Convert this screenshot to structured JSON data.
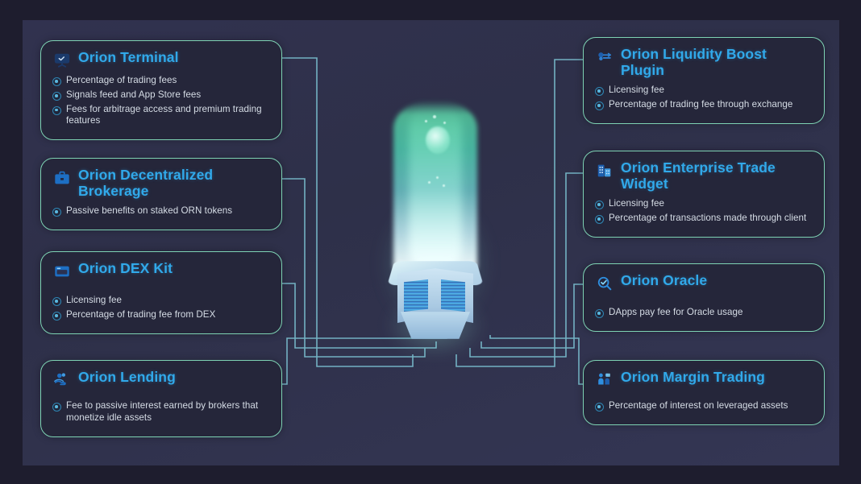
{
  "theme": {
    "outer_background": "#1e1d2e",
    "panel_background": "#31324f",
    "card_background": "#25263a",
    "card_border": "#7ed3b4",
    "title_color": "#31a9ea",
    "body_text_color": "#d6dde6",
    "connector_color": "#7fc8d8",
    "bullet_ring_color": "#2f87b5"
  },
  "center": {
    "name": "orion-core-illustration",
    "description": "glowing green-to-white energy beam over an isometric pedestal with screen panels"
  },
  "cards": {
    "left": [
      {
        "id": "orion-terminal",
        "icon": "terminal-screen-icon",
        "title": "Orion Terminal",
        "bullets": [
          "Percentage of trading fees",
          "Signals feed and App Store fees",
          "Fees for arbitrage access and premium trading features"
        ]
      },
      {
        "id": "orion-decentralized-brokerage",
        "icon": "briefcase-icon",
        "title": "Orion Decentralized Brokerage",
        "bullets": [
          "Passive benefits on staked ORN tokens"
        ]
      },
      {
        "id": "orion-dex-kit",
        "icon": "dex-card-icon",
        "title": "Orion DEX Kit",
        "bullets": [
          "Licensing fee",
          "Percentage of trading fee from DEX"
        ]
      },
      {
        "id": "orion-lending",
        "icon": "hand-coins-icon",
        "title": "Orion Lending",
        "bullets": [
          "Fee to passive interest earned by brokers that monetize idle assets"
        ]
      }
    ],
    "right": [
      {
        "id": "orion-liquidity-boost-plugin",
        "icon": "liquidity-plug-icon",
        "title": "Orion Liquidity Boost Plugin",
        "bullets": [
          "Licensing fee",
          "Percentage of trading fee through exchange"
        ]
      },
      {
        "id": "orion-enterprise-trade-widget",
        "icon": "building-chart-icon",
        "title": "Orion Enterprise Trade Widget",
        "bullets": [
          "Licensing fee",
          "Percentage of transactions made through client"
        ]
      },
      {
        "id": "orion-oracle",
        "icon": "oracle-search-icon",
        "title": "Orion Oracle",
        "bullets": [
          "DApps pay fee for Oracle usage"
        ]
      },
      {
        "id": "orion-margin-trading",
        "icon": "margin-scale-icon",
        "title": "Orion Margin Trading",
        "bullets": [
          "Percentage of interest on leveraged assets"
        ]
      }
    ]
  }
}
